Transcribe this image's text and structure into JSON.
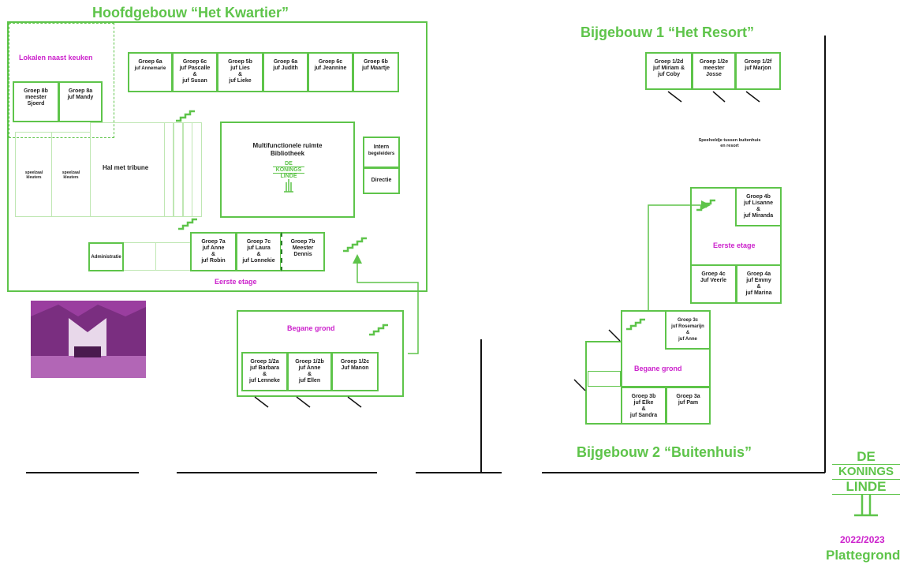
{
  "titles": {
    "main": "Hoofdgebouw “Het Kwartier”",
    "resort": "Bijgebouw 1 “Het Resort”",
    "buitenhuis": "Bijgebouw 2 “Buitenhuis”"
  },
  "labels": {
    "lokalen_keuken": "Lokalen naast keuken",
    "hal": "Hal met tribune",
    "speelzaal1": [
      "speelzaal",
      "kleuters"
    ],
    "speelzaal2": [
      "speelzaal",
      "kleuters"
    ],
    "multi": [
      "Multifunctionele ruimte",
      "Bibliotheek"
    ],
    "intern": [
      "Intern",
      "begeleiders"
    ],
    "directie": "Directie",
    "administratie": "Administratie",
    "eerste_etage_main": "Eerste etage",
    "begane_grond_main": "Begane grond",
    "speelveldje": [
      "Speelveldje tussen buitenhuis",
      "en resort"
    ],
    "eerste_etage_bh": "Eerste etage",
    "begane_grond_bh": "Begane grond"
  },
  "logo": {
    "line1": "DE",
    "line2": "KONINGS",
    "line3": "LINDE"
  },
  "footer": {
    "year": "2022/2023",
    "title": "Plattegrond"
  },
  "rooms": {
    "g6a": [
      "Groep 6a",
      "juf Annemarie"
    ],
    "g6c": [
      "Groep 6c",
      "juf Pascalle",
      "&",
      "juf Susan"
    ],
    "g5b": [
      "Groep 5b",
      "juf  Lies",
      "&",
      "juf Lieke"
    ],
    "g6a2": [
      "Groep 6a",
      "juf Judith"
    ],
    "g6c2": [
      "Groep 6c",
      "juf Jeannine"
    ],
    "g6b": [
      "Groep 6b",
      "juf Maartje"
    ],
    "g8b": [
      "Groep 8b",
      "meester",
      "Sjoerd"
    ],
    "g8a": [
      "Groep 8a",
      "juf Mandy"
    ],
    "g7a": [
      "Groep 7a",
      "juf Anne",
      "&",
      "juf Robin"
    ],
    "g7c": [
      "Groep 7c",
      "juf Laura",
      "&",
      "juf Lonnekie"
    ],
    "g7b": [
      "Groep 7b",
      "Meester",
      "Dennis"
    ],
    "g12a": [
      "Groep 1/2a",
      "juf Barbara",
      "&",
      "juf Lenneke"
    ],
    "g12b": [
      "Groep 1/2b",
      "juf Anne",
      "&",
      "juf Ellen"
    ],
    "g12c": [
      "Groep 1/2c",
      "Juf Manon"
    ],
    "g12d": [
      "Groep 1/2d",
      "juf Miriam &",
      "juf Coby"
    ],
    "g12e": [
      "Groep 1/2e",
      "meester",
      "Josse"
    ],
    "g12f": [
      "Groep 1/2f",
      "juf Marjon"
    ],
    "g4b": [
      "Groep 4b",
      "juf Lisanne",
      "&",
      "juf Miranda"
    ],
    "g4c": [
      "Groep 4c",
      "Juf Veerle"
    ],
    "g4a": [
      "Groep 4a",
      "juf Emmy",
      "&",
      "juf Marina"
    ],
    "g3c": [
      "Groep 3c",
      "juf Rosemarijn",
      "&",
      "juf Anne"
    ],
    "g3b": [
      "Groep 3b",
      "juf Elke",
      "&",
      "juf Sandra"
    ],
    "g3a": [
      "Groep 3a",
      "juf Pam"
    ]
  },
  "colors": {
    "green": "#5ec44a",
    "light_green": "#bfe7b3",
    "magenta": "#cc22cc",
    "photo": "#9a3e9f"
  }
}
